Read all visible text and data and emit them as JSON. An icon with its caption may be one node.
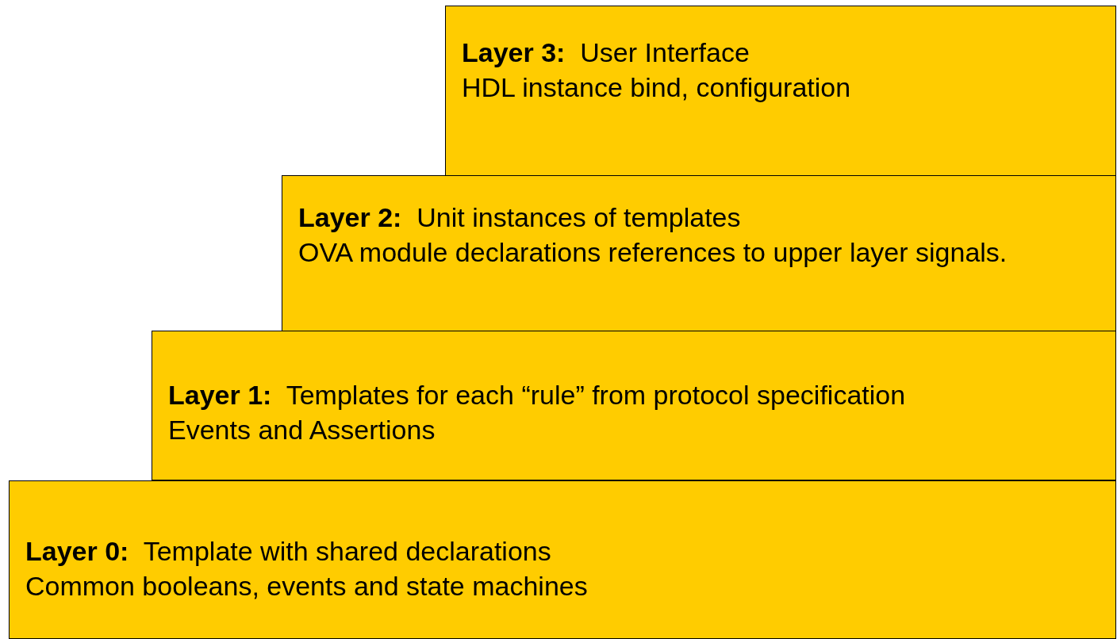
{
  "diagram": {
    "nodes": [
      {
        "text": [
          "**Layer 3:**  User Interface",
          "HDL instance bind, configuration"
        ]
      },
      {
        "text": [
          "**Layer 2:**  Unit instances of templates",
          "OVA module declarations references to upper layer signals."
        ]
      },
      {
        "text": [
          "**Layer 1:**  Templates for each “rule” from protocol specification",
          "Events and Assertions"
        ]
      },
      {
        "text": [
          "**Layer 0:**  Template with shared declarations",
          "Common booleans, events and state machines"
        ]
      }
    ]
  }
}
